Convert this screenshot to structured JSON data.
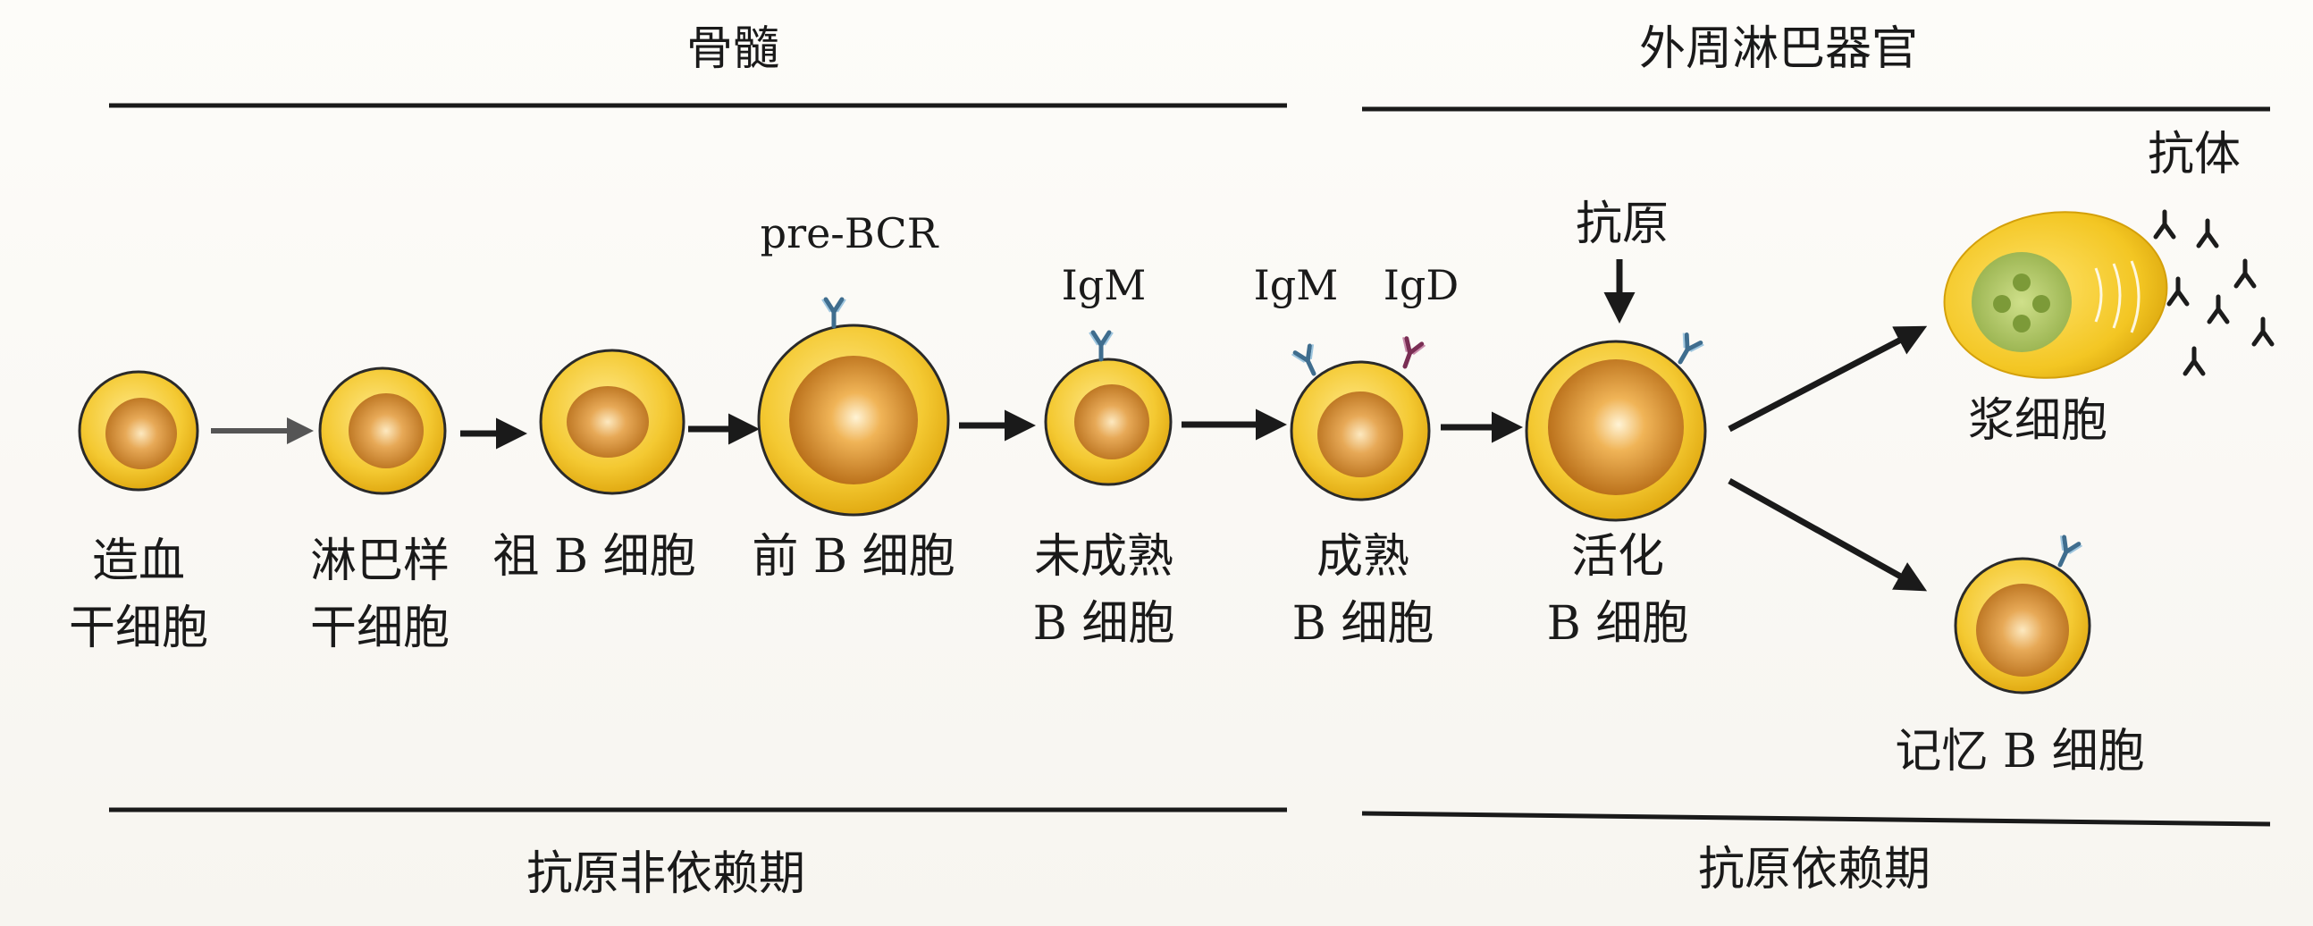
{
  "regions": {
    "bone_marrow": "骨髓",
    "peripheral_lymphoid_organs": "外周淋巴器官"
  },
  "phases": {
    "antigen_independent": "抗原非依赖期",
    "antigen_dependent": "抗原依赖期"
  },
  "cells": {
    "hsc": {
      "line1": "造血",
      "line2": "干细胞"
    },
    "lymphoid_stem": {
      "line1": "淋巴样",
      "line2": "干细胞"
    },
    "pro_b": {
      "line1": "祖 B 细胞"
    },
    "pre_b": {
      "line1": "前 B 细胞"
    },
    "immature_b": {
      "line1": "未成熟",
      "line2": "B 细胞"
    },
    "mature_b": {
      "line1": "成熟",
      "line2": "B 细胞"
    },
    "activated_b": {
      "line1": "活化",
      "line2": "B 细胞"
    },
    "plasma": {
      "line1": "浆细胞"
    },
    "memory_b": {
      "line1": "记忆 B 细胞"
    }
  },
  "receptors": {
    "pre_bcr": "pre-BCR",
    "igm_immature": "IgM",
    "igm_mature": "IgM",
    "igd_mature": "IgD"
  },
  "antigen": "抗原",
  "antibody": "抗体"
}
